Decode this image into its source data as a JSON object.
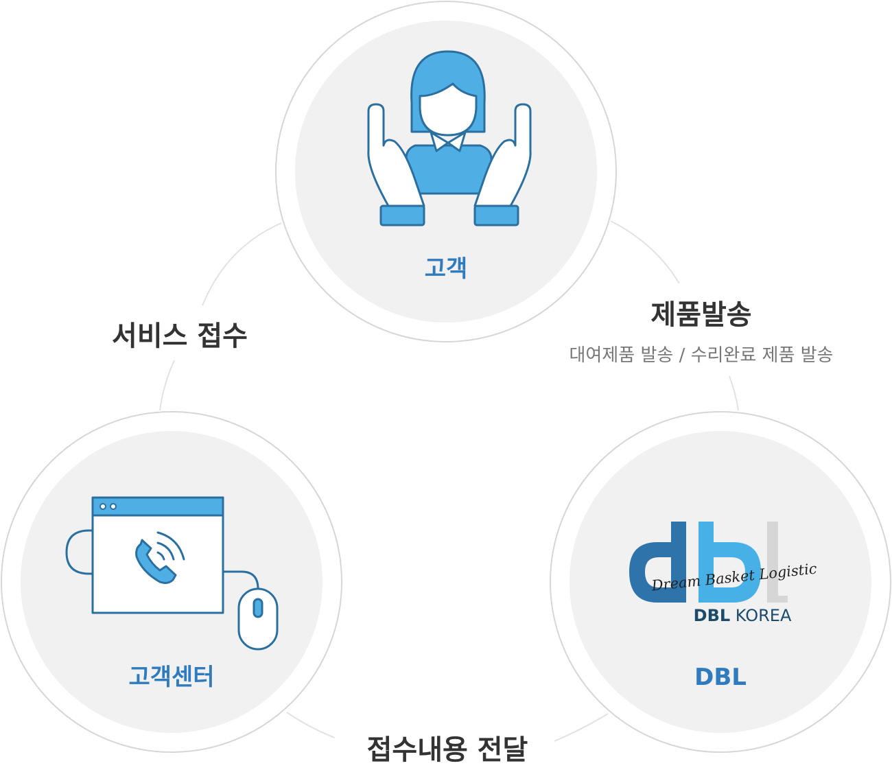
{
  "nodes": {
    "customer": {
      "label": "고객",
      "icon": "customer-hands-icon"
    },
    "service_center": {
      "label": "고객센터",
      "icon": "phone-browser-mouse-icon"
    },
    "dbl": {
      "label": "DBL",
      "icon": "dbl-logo",
      "logo_tagline": "Dream Basket Logistic",
      "logo_sub_bold": "DBL",
      "logo_sub_rest": " KOREA"
    }
  },
  "edges": {
    "service_intake": {
      "label": "서비스 접수"
    },
    "product_shipping": {
      "label": "제품발송",
      "sublabel": "대여제품 발송 / 수리완료 제품 발송"
    },
    "forward_receipt": {
      "label": "접수내용 전달"
    }
  },
  "colors": {
    "accent_blue": "#2f7bbd",
    "icon_fill": "#4faee4",
    "icon_stroke": "#2b6f9f",
    "circle_fill": "#f1f1f1",
    "circle_ring": "#d6d6d6",
    "logo_dark_blue": "#2e74ab",
    "logo_light_blue": "#47b0e6",
    "logo_gray": "#d6d6d6"
  }
}
